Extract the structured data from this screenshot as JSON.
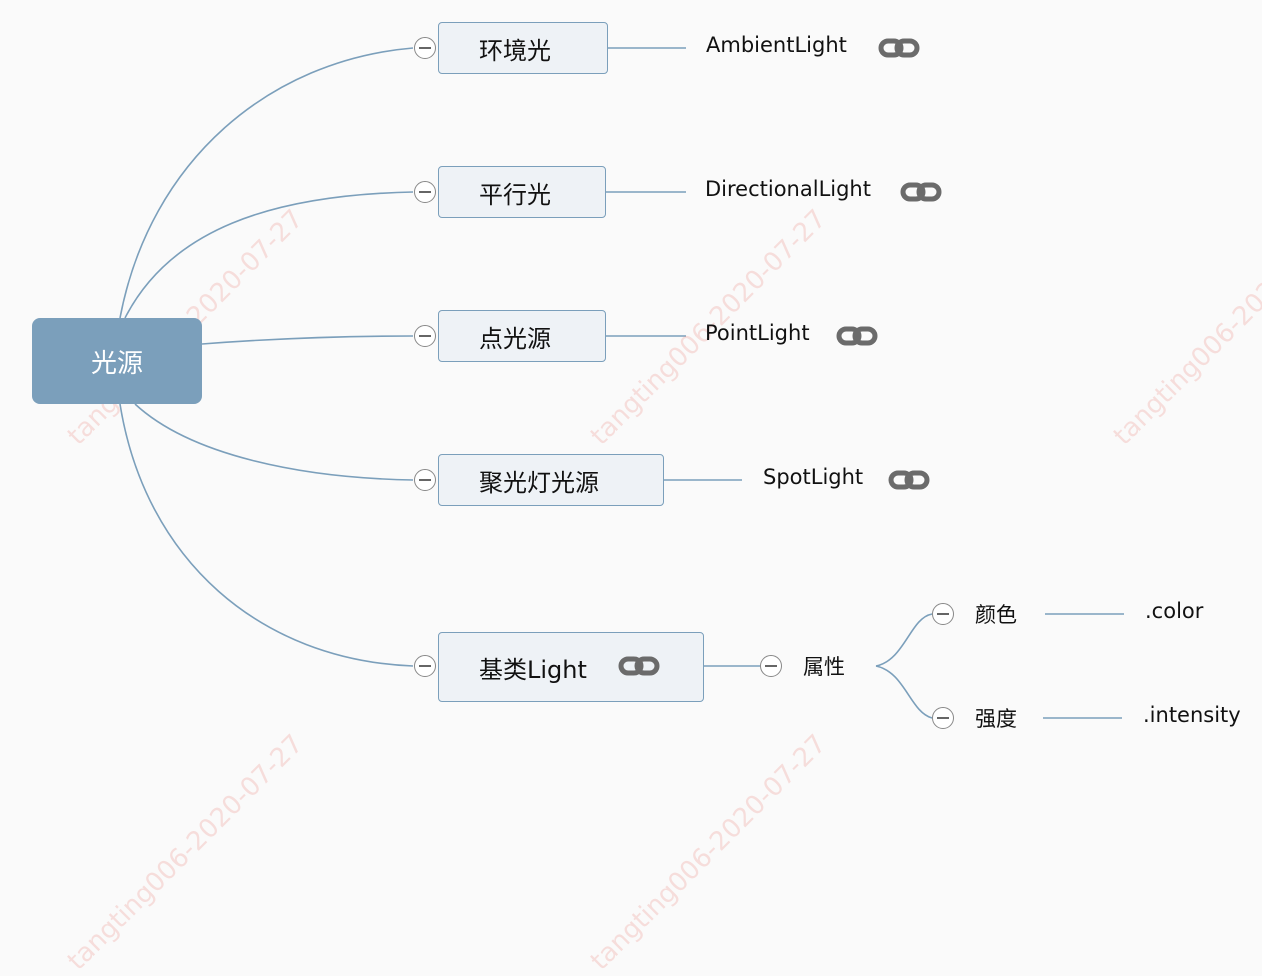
{
  "root": {
    "label": "光源"
  },
  "branches": [
    {
      "label": "环境光",
      "leaf": "AmbientLight"
    },
    {
      "label": "平行光",
      "leaf": "DirectionalLight"
    },
    {
      "label": "点光源",
      "leaf": "PointLight"
    },
    {
      "label": "聚光灯光源",
      "leaf": "SpotLight"
    },
    {
      "label": "基类Light"
    }
  ],
  "base_class": {
    "child": "属性",
    "properties": [
      {
        "label": "颜色",
        "value": ".color"
      },
      {
        "label": "强度",
        "value": ".intensity"
      }
    ]
  },
  "watermark": "tangting006-2020-07-27",
  "colors": {
    "connector": "#7b9fbb",
    "root_fill": "#7b9fbb",
    "node_fill": "#eef2f6",
    "link_icon": "#666666"
  },
  "icons": {
    "collapse": "minus-circle-icon",
    "link": "link-icon"
  }
}
